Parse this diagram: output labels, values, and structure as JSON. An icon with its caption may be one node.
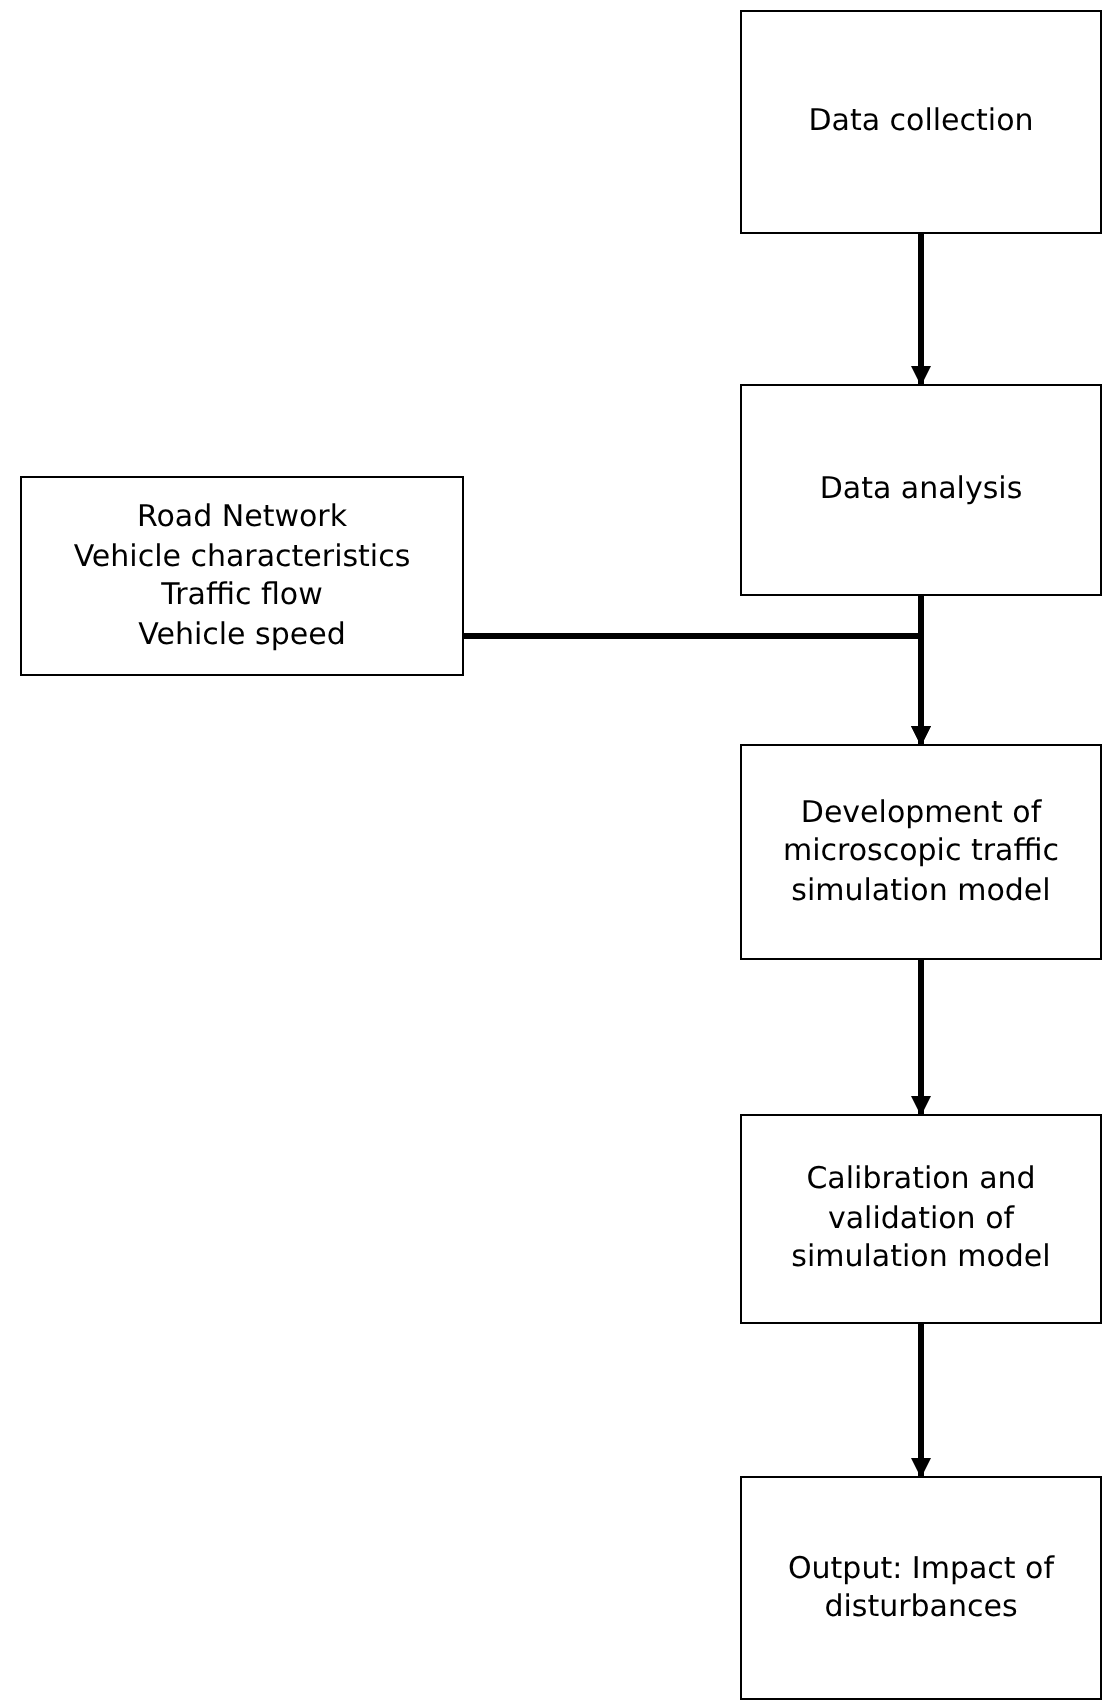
{
  "diagram": {
    "nodes": [
      {
        "text": [
          "Data collection"
        ]
      },
      {
        "text": [
          "Data analysis"
        ]
      },
      {
        "text": [
          "Road Network",
          "Vehicle characteristics",
          "Traffic flow",
          "Vehicle speed"
        ]
      },
      {
        "text": [
          "Development of microscopic traffic simulation model"
        ]
      },
      {
        "text": [
          "Calibration and validation of simulation model"
        ]
      },
      {
        "text": [
          "Output: Impact of disturbances"
        ]
      }
    ],
    "edges": [
      {
        "from": 0,
        "to": 1,
        "arrow": "to"
      },
      {
        "from": 1,
        "to": 3,
        "arrow": "to"
      },
      {
        "from": 2,
        "to": 3,
        "arrow": "to"
      },
      {
        "from": 3,
        "to": 4,
        "arrow": "to"
      },
      {
        "from": 4,
        "to": 5,
        "arrow": "to"
      }
    ]
  }
}
